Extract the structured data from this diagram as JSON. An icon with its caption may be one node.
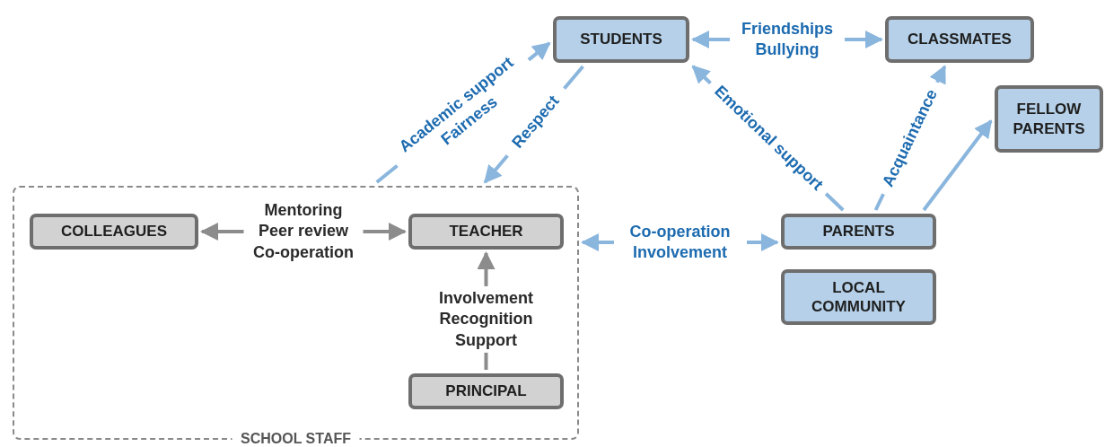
{
  "diagram": {
    "nodes": [
      {
        "text": [
          "STUDENTS"
        ]
      },
      {
        "text": [
          "CLASSMATES"
        ]
      },
      {
        "text": [
          "FELLOW PARENTS"
        ]
      },
      {
        "text": [
          "SCHOOL STAFF"
        ]
      },
      {
        "text": [
          "COLLEAGUES"
        ],
        "in": 3
      },
      {
        "text": [
          "TEACHER"
        ],
        "in": 3
      },
      {
        "text": [
          "PRINCIPAL"
        ],
        "in": 3
      },
      {
        "text": [
          "PARENTS"
        ]
      },
      {
        "text": [
          "LOCAL COMMUNITY"
        ]
      }
    ],
    "edges": [
      {
        "from": 3,
        "to": 0,
        "arrow": "to",
        "label": "Academic support Fairness"
      },
      {
        "from": 0,
        "to": 3,
        "arrow": "to",
        "label": "Respect"
      },
      {
        "from": 0,
        "to": 1,
        "arrow": "both",
        "label": "Friendships Bullying"
      },
      {
        "from": 7,
        "to": 0,
        "arrow": "to",
        "label": "Emotional support"
      },
      {
        "from": 7,
        "to": 1,
        "arrow": "to",
        "label": "Acquaintance"
      },
      {
        "from": 7,
        "to": 2,
        "arrow": "to"
      },
      {
        "from": 4,
        "to": 5,
        "arrow": "both",
        "label": "Mentoring Peer review Co-operation",
        "color": "#8c8c8c"
      },
      {
        "from": 6,
        "to": 5,
        "arrow": "to",
        "label": "Involvement Recognition Support",
        "color": "#8c8c8c"
      },
      {
        "from": 3,
        "to": 7,
        "arrow": "both",
        "label": "Co-operation Involvement"
      }
    ]
  }
}
